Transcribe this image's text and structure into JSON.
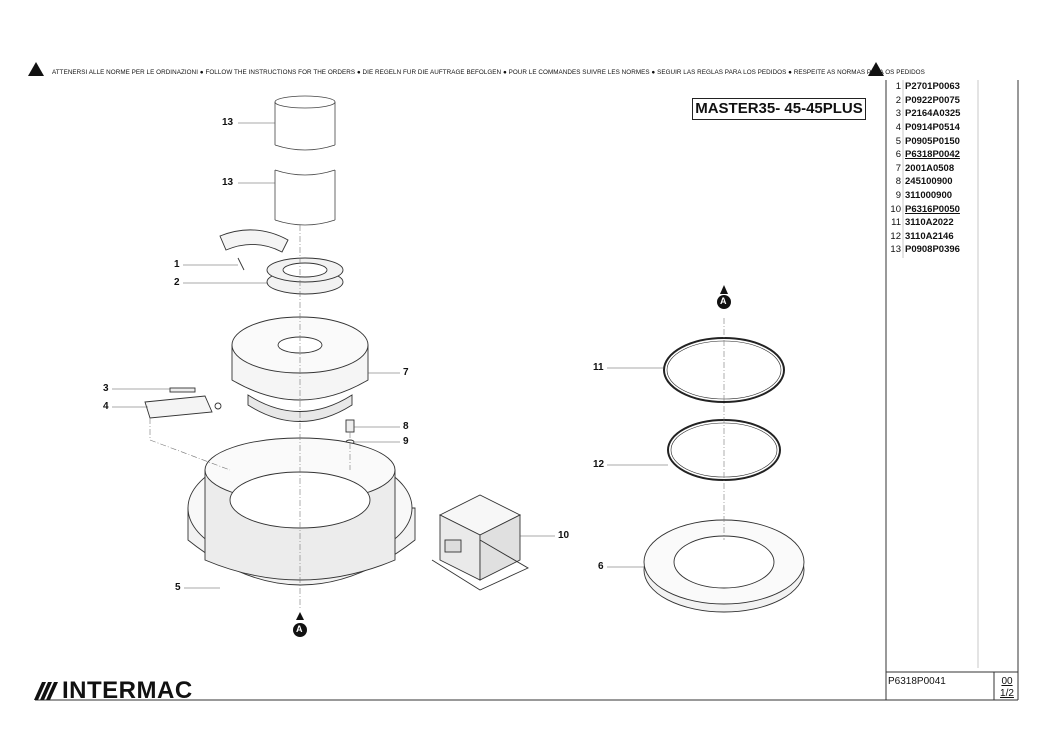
{
  "header": {
    "instructions": "ATTENERSI ALLE NORME PER LE ORDINAZIONI ● FOLLOW THE INSTRUCTIONS FOR THE ORDERS ● DIE REGELN FUR DIE AUFTRAGE BEFOLGEN ● POUR LE COMMANDES SUIVRE LES NORMES ● SEGUIR LAS REGLAS PARA LOS PEDIDOS ● RESPEITE AS NORMAS PARA OS PEDIDOS"
  },
  "title": "MASTER35- 45-45PLUS",
  "parts": [
    {
      "num": "1",
      "code": "P2701P0063",
      "underline": false
    },
    {
      "num": "2",
      "code": "P0922P0075",
      "underline": false
    },
    {
      "num": "3",
      "code": "P2164A0325",
      "underline": false
    },
    {
      "num": "4",
      "code": "P0914P0514",
      "underline": false
    },
    {
      "num": "5",
      "code": "P0905P0150",
      "underline": false
    },
    {
      "num": "6",
      "code": "P6318P0042",
      "underline": true
    },
    {
      "num": "7",
      "code": "2001A0508",
      "underline": false
    },
    {
      "num": "8",
      "code": "245100900",
      "underline": false
    },
    {
      "num": "9",
      "code": "311000900",
      "underline": false
    },
    {
      "num": "10",
      "code": "P6316P0050",
      "underline": true
    },
    {
      "num": "11",
      "code": "3110A2022",
      "underline": false
    },
    {
      "num": "12",
      "code": "3110A2146",
      "underline": false
    },
    {
      "num": "13",
      "code": "P0908P0396",
      "underline": false
    }
  ],
  "callouts": {
    "c13a": "13",
    "c13b": "13",
    "c1": "1",
    "c2": "2",
    "c3": "3",
    "c4": "4",
    "c5": "5",
    "c6": "6",
    "c7": "7",
    "c8": "8",
    "c9": "9",
    "c10": "10",
    "c11": "11",
    "c12": "12",
    "refA1": "A",
    "refA2": "A"
  },
  "footer": {
    "drawing_code": "P6318P0041",
    "revision": "00",
    "sheet": "1/2",
    "brand": "INTERMAC"
  }
}
